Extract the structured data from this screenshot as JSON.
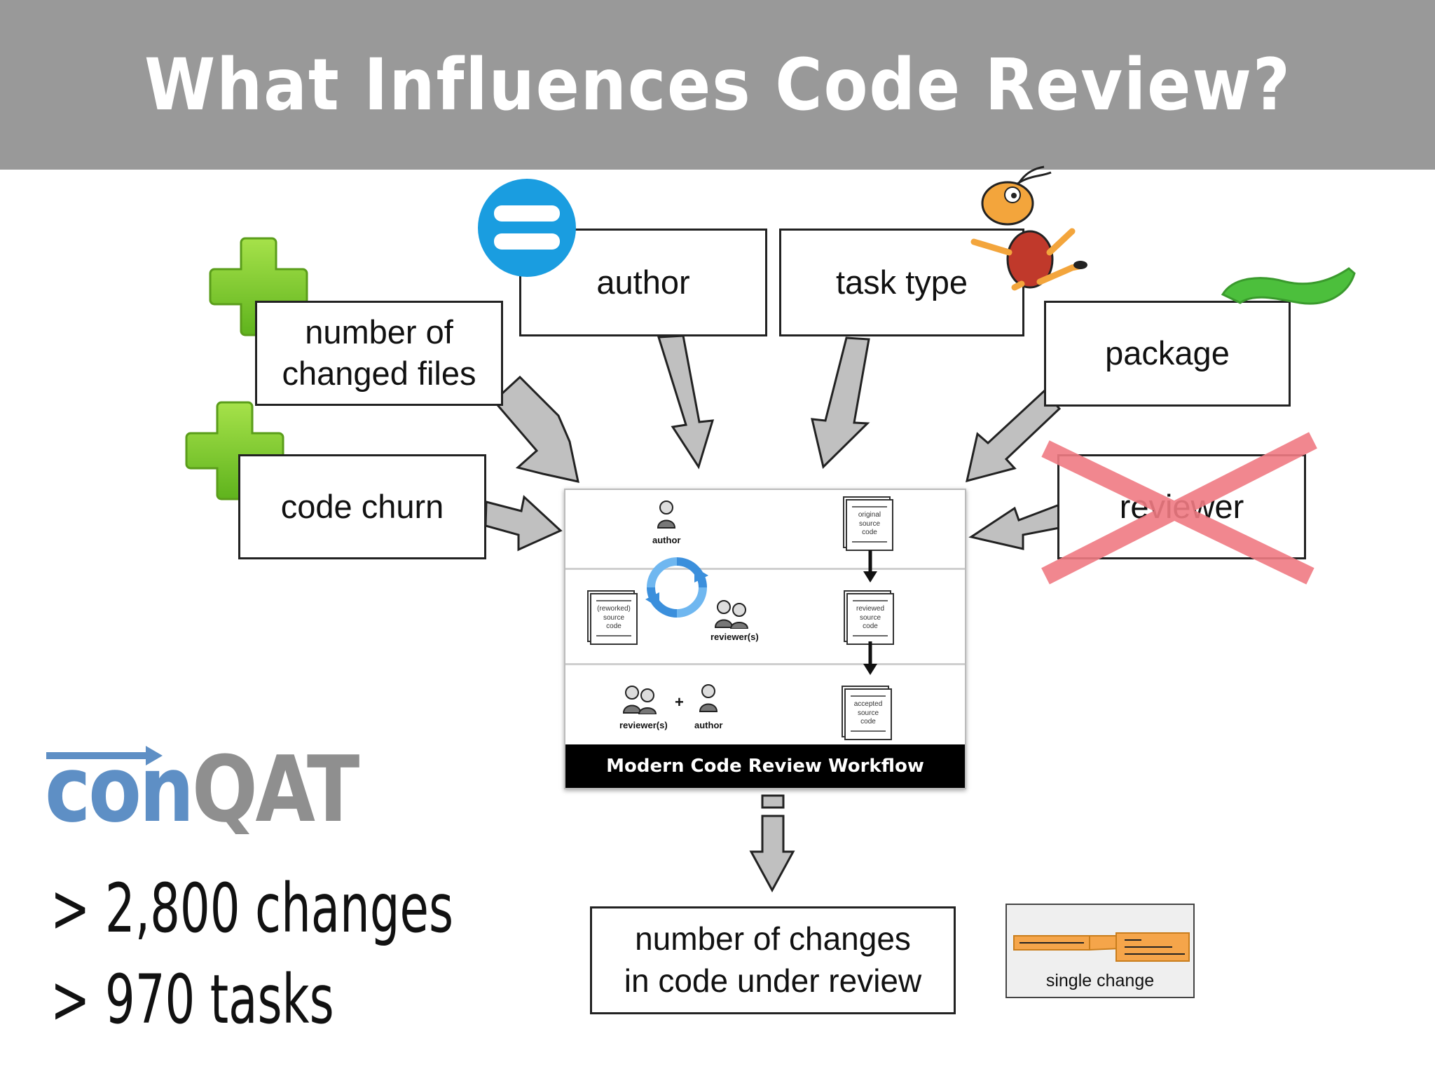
{
  "slide": {
    "title": "What Influences Code Review?"
  },
  "factors": [
    {
      "id": "changed-files",
      "label": [
        "number of",
        "changed files"
      ],
      "marker": "plus-icon"
    },
    {
      "id": "code-churn",
      "label": [
        "code churn"
      ],
      "marker": "plus-icon"
    },
    {
      "id": "author",
      "label": [
        "author"
      ],
      "marker": "equals-icon"
    },
    {
      "id": "task-type",
      "label": [
        "task type"
      ],
      "marker": "bug-mascot-icon"
    },
    {
      "id": "package",
      "label": [
        "package"
      ],
      "marker": "tilde-icon"
    },
    {
      "id": "reviewer",
      "label": [
        "reviewer"
      ],
      "marker": "cross-out-icon"
    }
  ],
  "workflow": {
    "title": "Modern Code Review Workflow",
    "row1": {
      "author": "author",
      "doc": [
        "original",
        "source",
        "code"
      ]
    },
    "row2": {
      "doc_left": [
        "(reworked)",
        "source",
        "code"
      ],
      "reviewers": "reviewer(s)",
      "doc_right": [
        "reviewed",
        "source",
        "code"
      ]
    },
    "row3": {
      "reviewers": "reviewer(s)",
      "plus": "+",
      "author": "author",
      "doc": [
        "accepted",
        "source",
        "code"
      ]
    }
  },
  "outcome": {
    "label": [
      "number of changes",
      "in code under review"
    ]
  },
  "single_change": {
    "label": "single change"
  },
  "logo": {
    "part1": "con",
    "part2": "QAT"
  },
  "stats": [
    "> 2,800 changes",
    "> 970 tasks"
  ],
  "colors": {
    "header_bg": "#999999",
    "plus": "#7fce2a",
    "equals": "#1a9de0",
    "tilde": "#4cbf3c",
    "cross": "#f07b83",
    "arrow_fill": "#c0c0c0",
    "logo_blue": "#5e8fc5",
    "logo_gray": "#8f8f8f",
    "change_orange": "#f5a54a"
  }
}
